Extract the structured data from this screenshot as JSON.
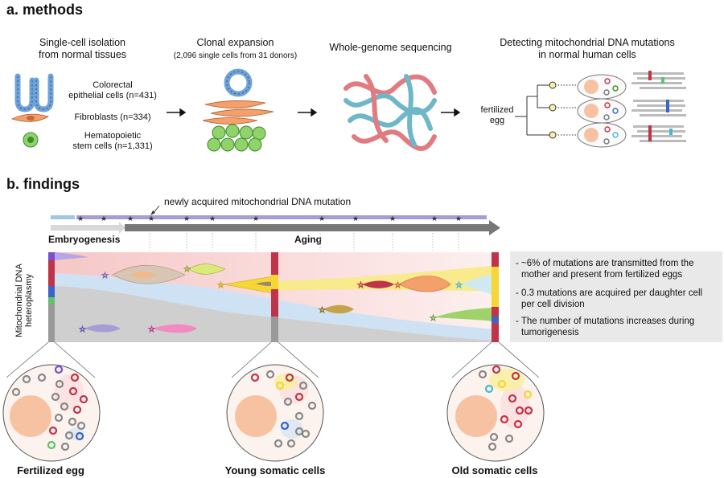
{
  "methods": {
    "heading": "a. methods",
    "steps": [
      {
        "title_1": "Single-cell isolation",
        "title_2": "from normal tissues"
      },
      {
        "title_1": "Clonal expansion",
        "subtitle": "(2,096 single cells from 31 donors)"
      },
      {
        "title_1": "Whole-genome sequencing"
      },
      {
        "title_1": "Detecting mitochondrial DNA mutations",
        "title_2": "in normal human cells"
      }
    ],
    "cell_types": [
      {
        "line_1": "Colorectal",
        "line_2": "epithelial cells (n=431)"
      },
      {
        "line_1": "Fibroblasts (n=334)"
      },
      {
        "line_1": "Hematopoietic",
        "line_2": "stem cells (n=1,331)"
      }
    ],
    "fertilized_egg_1": "fertilized",
    "fertilized_egg_2": "egg"
  },
  "findings": {
    "heading": "b. findings",
    "annotation": "newly acquired mitochondrial DNA mutation",
    "phase_embryo": "Embryogenesis",
    "phase_aging": "Aging",
    "y_label_1": "Mitochondrial DNA",
    "y_label_2": "heteroplasmy",
    "notes": [
      {
        "l1": "- ~6% of mutations are transmitted from the",
        "l2": "mother and present from fertilized eggs"
      },
      {
        "l1": "- 0.3 mutations are acquired per daughter cell",
        "l2": "per cell division"
      },
      {
        "l1": "- The number of mutations increases during",
        "l2": "tumorigenesis"
      }
    ],
    "captions": [
      "Fertilized egg",
      "Young somatic cells",
      "Old somatic cells"
    ]
  },
  "colors": {
    "pink": "#f4b6b6",
    "blue": "#bcd8f0",
    "yellow": "#f7e07a",
    "gray": "#c8c8c8",
    "red_bar": "#c0344a",
    "purple": "#9a8fc8"
  }
}
